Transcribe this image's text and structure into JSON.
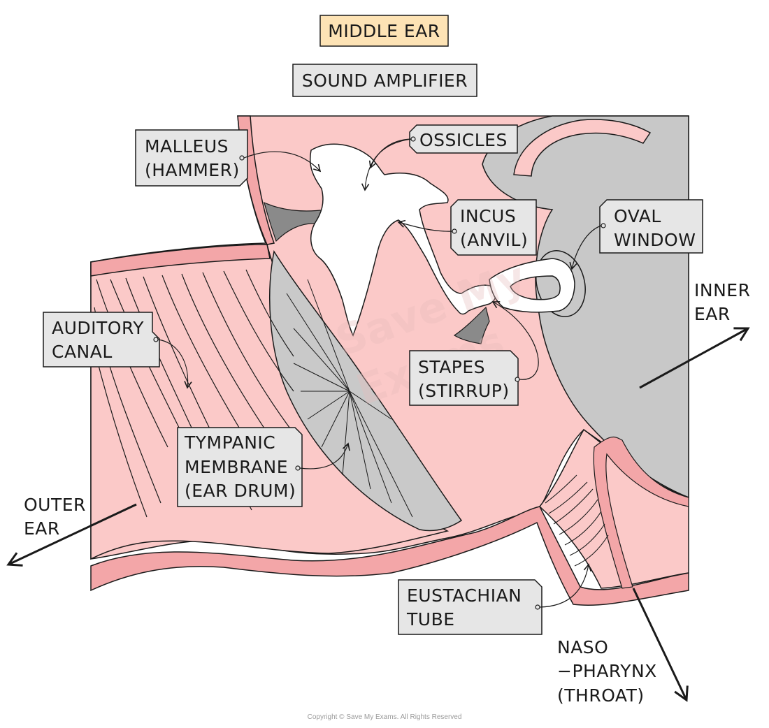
{
  "title": "MIDDLE EAR",
  "subtitle": "SOUND AMPLIFIER",
  "labels": {
    "malleus": [
      "MALLEUS",
      "(HAMMER)"
    ],
    "ossicles": [
      "OSSICLES"
    ],
    "incus": [
      "INCUS",
      "(ANVIL)"
    ],
    "oval_window": [
      "OVAL",
      "WINDOW"
    ],
    "auditory_canal": [
      "AUDITORY",
      "CANAL"
    ],
    "stapes": [
      "STAPES",
      "(STIRRUP)"
    ],
    "tympanic": [
      "TYMPANIC",
      "MEMBRANE",
      "(EAR DRUM)"
    ],
    "eustachian": [
      "EUSTACHIAN",
      "TUBE"
    ]
  },
  "regions": {
    "inner_ear": [
      "INNER",
      "EAR"
    ],
    "outer_ear": [
      "OUTER",
      "EAR"
    ],
    "nasopharynx": [
      "NASO",
      "−PHARYNX",
      "(THROAT)"
    ]
  },
  "watermark": [
    "Save My",
    "Exams"
  ],
  "copyright": "Copyright © Save My Exams. All Rights Reserved",
  "colors": {
    "tissue_pink": "#fbc9c8",
    "tissue_dark_pink": "#f3a6a8",
    "inner_ear_grey": "#c8c8c8",
    "membrane_grey": "#c9c9c9",
    "dark_grey": "#8a8a8a",
    "title_box": "#fde3b5",
    "label_box": "#e6e6e6",
    "outline": "#1a1a1a"
  }
}
